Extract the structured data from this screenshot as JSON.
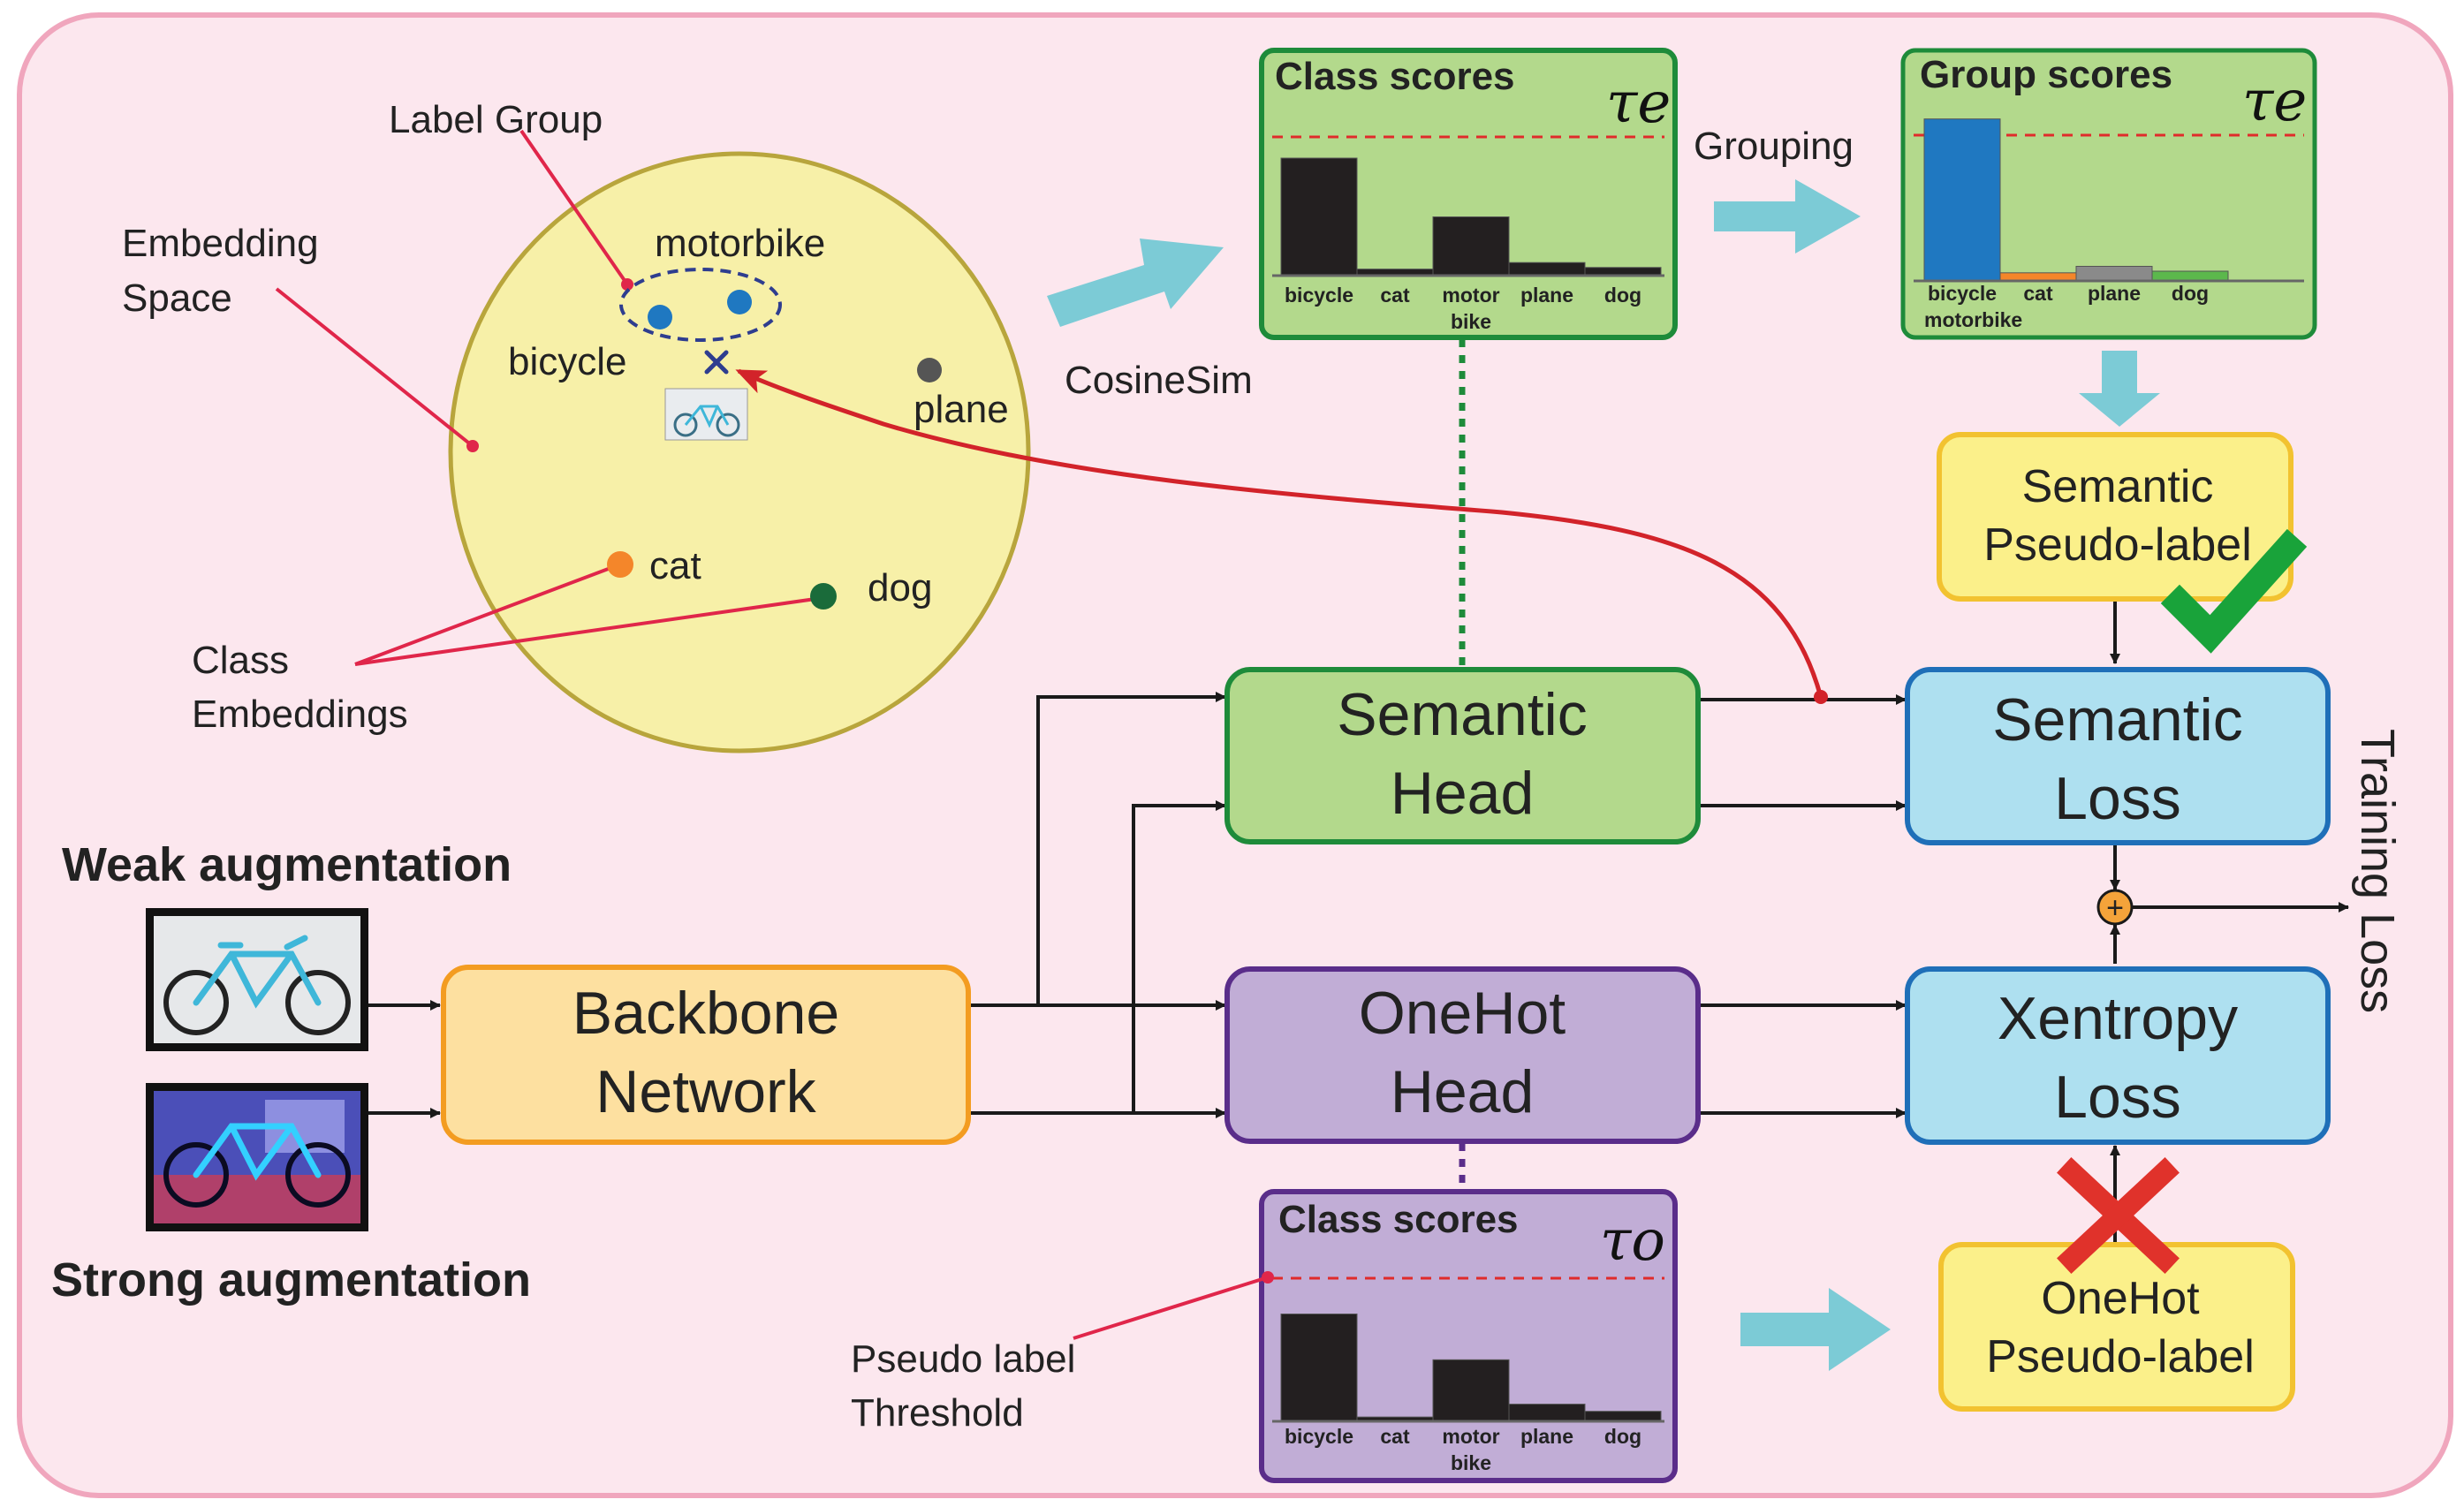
{
  "embedding": {
    "embedding_space": [
      "Embedding",
      "Space"
    ],
    "label_group": "Label Group",
    "class_embeddings": [
      "Class",
      "Embeddings"
    ],
    "classes": {
      "motorbike": "motorbike",
      "bicycle": "bicycle",
      "plane": "plane",
      "cat": "cat",
      "dog": "dog"
    }
  },
  "augment": {
    "weak": "Weak augmentation",
    "strong": "Strong augmentation"
  },
  "nodes": {
    "backbone": [
      "Backbone",
      "Network"
    ],
    "semantic_head": [
      "Semantic",
      "Head"
    ],
    "onehot_head": [
      "OneHot",
      "Head"
    ],
    "semantic_loss": [
      "Semantic",
      "Loss"
    ],
    "xentropy_loss": [
      "Xentropy",
      "Loss"
    ],
    "semantic_pseudo": [
      "Semantic",
      "Pseudo-label"
    ],
    "onehot_pseudo": [
      "OneHot",
      "Pseudo-label"
    ]
  },
  "edges": {
    "cosine": "CosineSim",
    "grouping": "Grouping",
    "training_loss": "Training Loss",
    "plus": "+"
  },
  "threshold_label": [
    "Pseudo label",
    "Threshold"
  ],
  "colors": {
    "background": "#fce7ee",
    "border": "#f0a6bd",
    "embedding_circle": "#f7f0a8",
    "green_box": "#b3d98c",
    "purple_box": "#c1add6",
    "blue_box": "#aee0f0",
    "orange_box": "#fde0a0",
    "yellow_box": "#fbf08a",
    "bar": "#231f20",
    "bicycle_group": "#1f78c1",
    "cat": "#f4862a",
    "plane": "#8a8a8a",
    "dog": "#5cb84c",
    "threshold": "#e02b2b",
    "arrow_red": "#d2232a",
    "fat_arrow": "#7ccbd6",
    "check": "#19a33a",
    "cross": "#e0322b"
  },
  "icons": {
    "check": "check-icon",
    "cross": "cross-icon",
    "plus": "plus-circle-icon",
    "sample": "x-marker-icon"
  },
  "chart_data": [
    {
      "type": "bar",
      "title": "Class scores",
      "tau": "τe",
      "categories": [
        "bicycle",
        "cat",
        "motor bike",
        "plane",
        "dog"
      ],
      "tick_lines": [
        [
          "bicycle"
        ],
        [
          "cat"
        ],
        [
          "motor",
          "bike"
        ],
        [
          "plane"
        ],
        [
          "dog"
        ]
      ],
      "values": [
        0.72,
        0.04,
        0.36,
        0.08,
        0.05
      ],
      "ylim": [
        0,
        0.85
      ],
      "threshold": 0.85
    },
    {
      "type": "bar",
      "title": "Group scores",
      "tau": "τe",
      "categories": [
        "bicycle motorbike",
        "cat",
        "plane",
        "dog"
      ],
      "tick_lines": [
        [
          "bicycle",
          "motorbike"
        ],
        [
          "cat"
        ],
        [
          "plane"
        ],
        [
          "dog"
        ]
      ],
      "values": [
        1.0,
        0.05,
        0.09,
        0.06
      ],
      "bar_colors": [
        "#1f78c1",
        "#f4862a",
        "#8a8a8a",
        "#5cb84c"
      ],
      "ylim": [
        0,
        0.9
      ],
      "threshold": 0.9
    },
    {
      "type": "bar",
      "title": "Class scores",
      "tau": "τo",
      "categories": [
        "bicycle",
        "cat",
        "motor bike",
        "plane",
        "dog"
      ],
      "tick_lines": [
        [
          "bicycle"
        ],
        [
          "cat"
        ],
        [
          "motor",
          "bike"
        ],
        [
          "plane"
        ],
        [
          "dog"
        ]
      ],
      "values": [
        0.75,
        0.03,
        0.43,
        0.12,
        0.07
      ],
      "ylim": [
        0,
        1.0
      ],
      "threshold": 1.0
    }
  ]
}
